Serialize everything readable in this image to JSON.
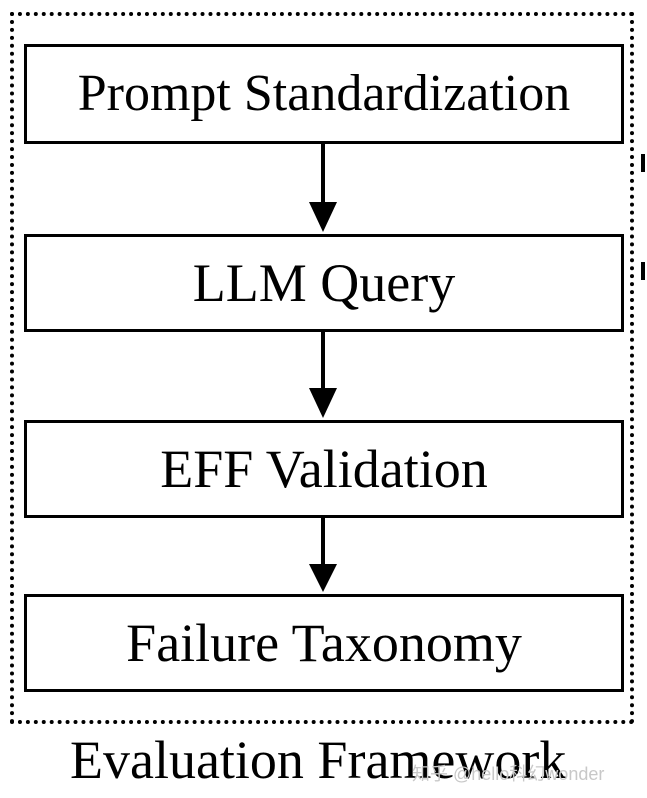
{
  "diagram": {
    "steps": [
      "Prompt Standardization",
      "LLM Query",
      "EFF Validation",
      "Failure Taxonomy"
    ],
    "frame_label": "Evaluation Framework",
    "watermark": "知乎 @hello科幻wonder"
  },
  "colors": {
    "stroke": "#000000",
    "background": "#ffffff",
    "watermark": "#c8c8c8"
  }
}
